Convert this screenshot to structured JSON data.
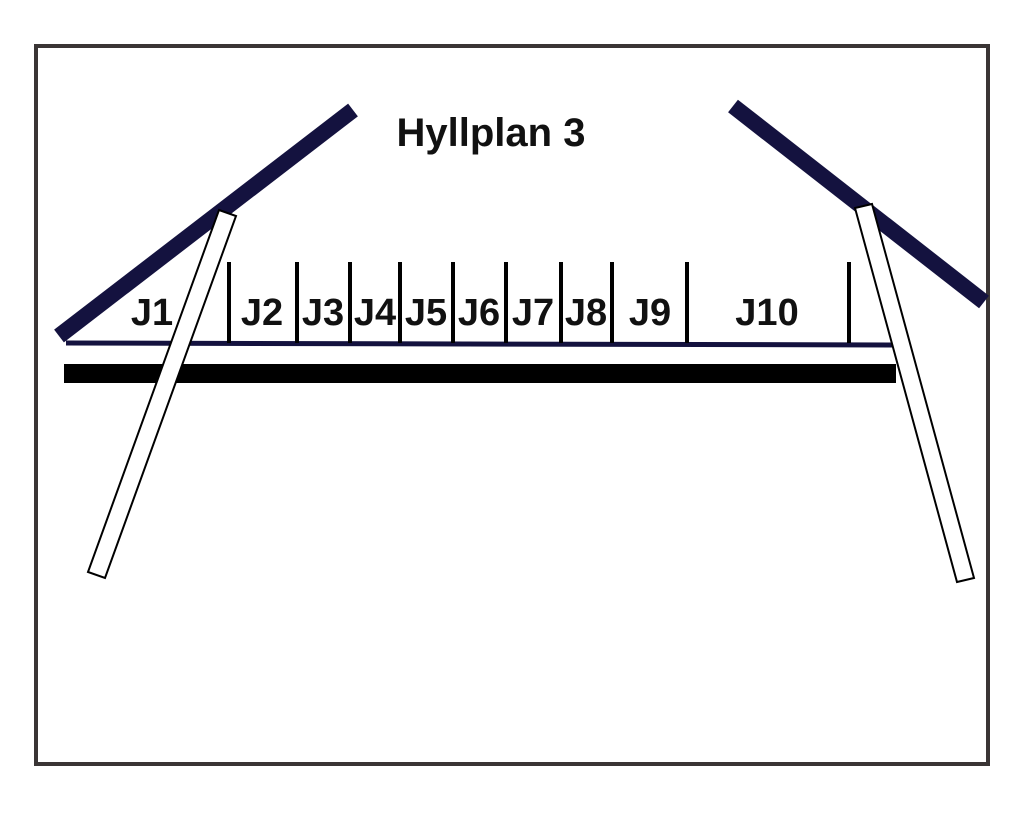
{
  "title": "Hyllplan 3",
  "sections": [
    "J1",
    "J2",
    "J3",
    "J4",
    "J5",
    "J6",
    "J7",
    "J8",
    "J9",
    "J10"
  ],
  "colors": {
    "frame": "#3a3535",
    "roof_beam": "#14123f",
    "shelf_line": "#14123f",
    "floor_beam": "#000000",
    "divider": "#000000",
    "text": "#111111",
    "background": "#ffffff"
  }
}
